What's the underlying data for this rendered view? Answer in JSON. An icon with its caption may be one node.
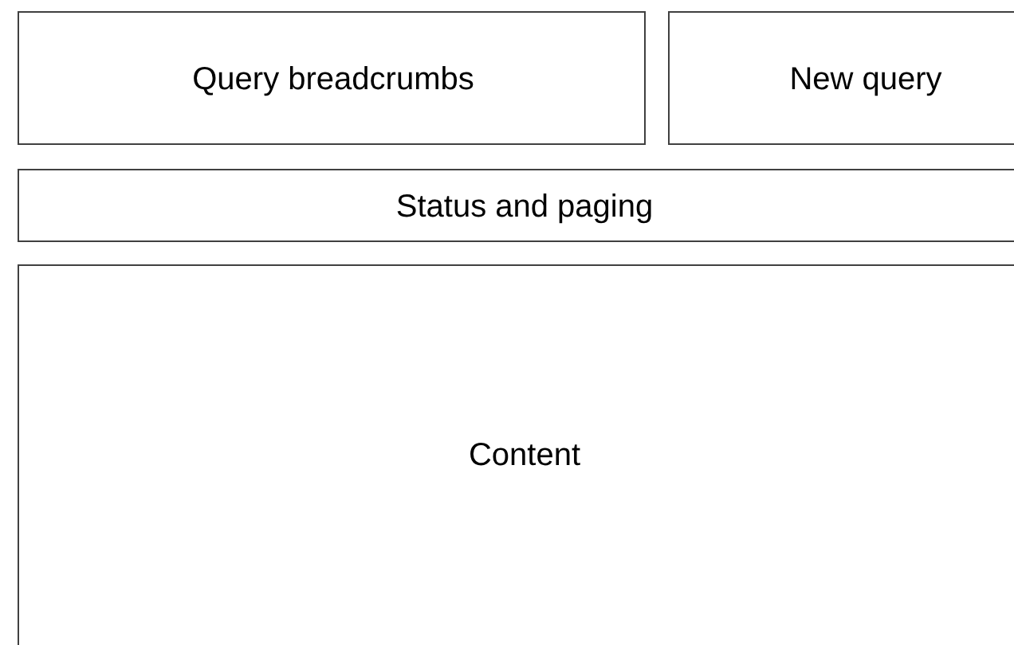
{
  "diagram": {
    "nodes": [
      {
        "text": [
          "Query breadcrumbs"
        ]
      },
      {
        "text": [
          "New query"
        ]
      },
      {
        "text": [
          "Status and paging"
        ]
      },
      {
        "text": [
          "Content"
        ]
      }
    ]
  }
}
